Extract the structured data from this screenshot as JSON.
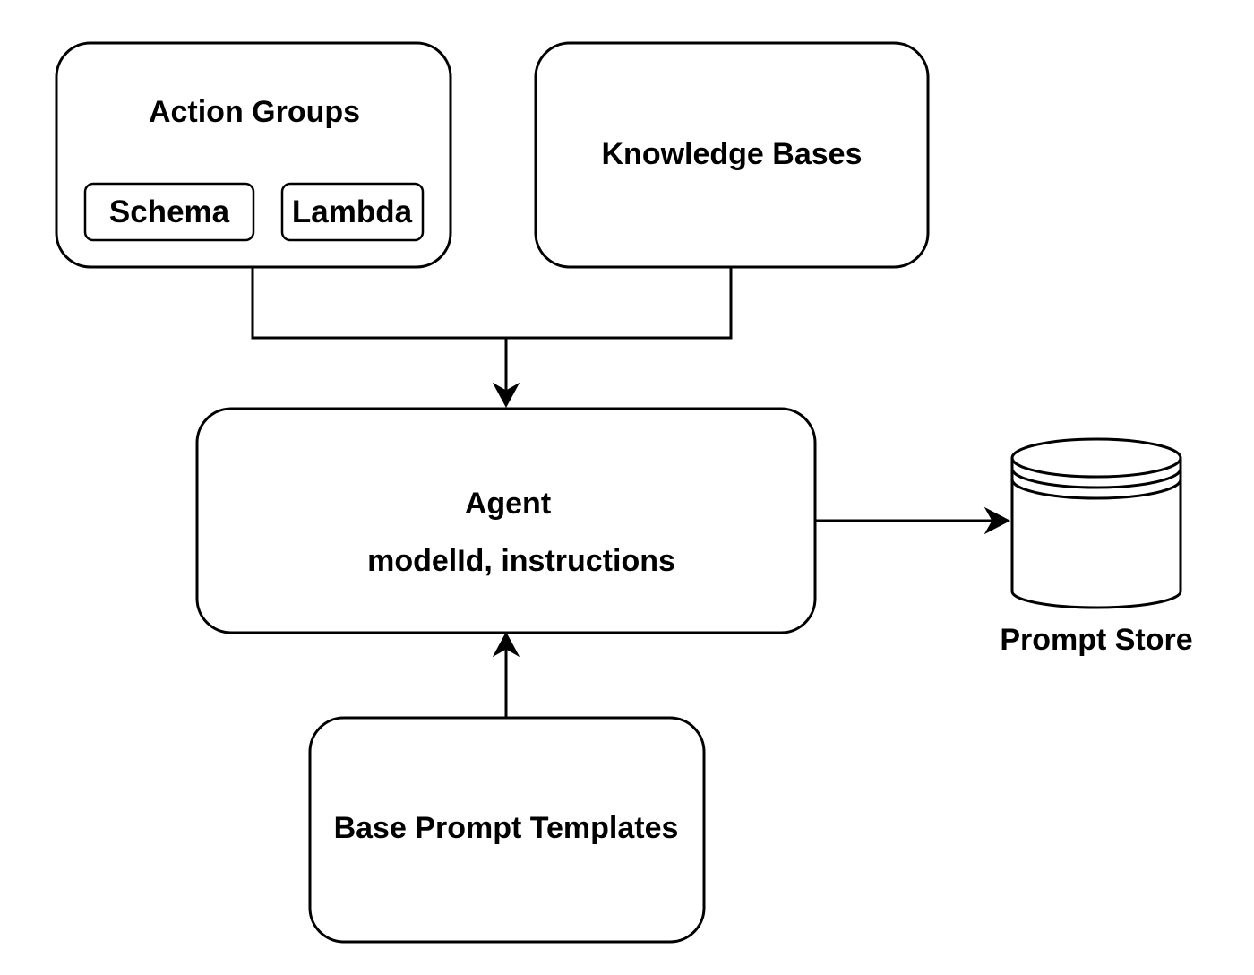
{
  "nodes": {
    "action_groups": {
      "title": "Action Groups",
      "children": [
        "Schema",
        "Lambda"
      ]
    },
    "knowledge_bases": {
      "title": "Knowledge Bases"
    },
    "agent": {
      "title": "Agent",
      "subtitle": "modelId, instructions"
    },
    "prompt_store": {
      "title": "Prompt Store"
    },
    "base_prompt_templates": {
      "title": "Base Prompt Templates"
    }
  },
  "edges": [
    {
      "from": "Action Groups",
      "to": "Agent"
    },
    {
      "from": "Knowledge Bases",
      "to": "Agent"
    },
    {
      "from": "Base Prompt Templates",
      "to": "Agent"
    },
    {
      "from": "Agent",
      "to": "Prompt Store"
    }
  ],
  "colors": {
    "stroke": "#000000",
    "fill": "#ffffff",
    "text": "#000000"
  }
}
